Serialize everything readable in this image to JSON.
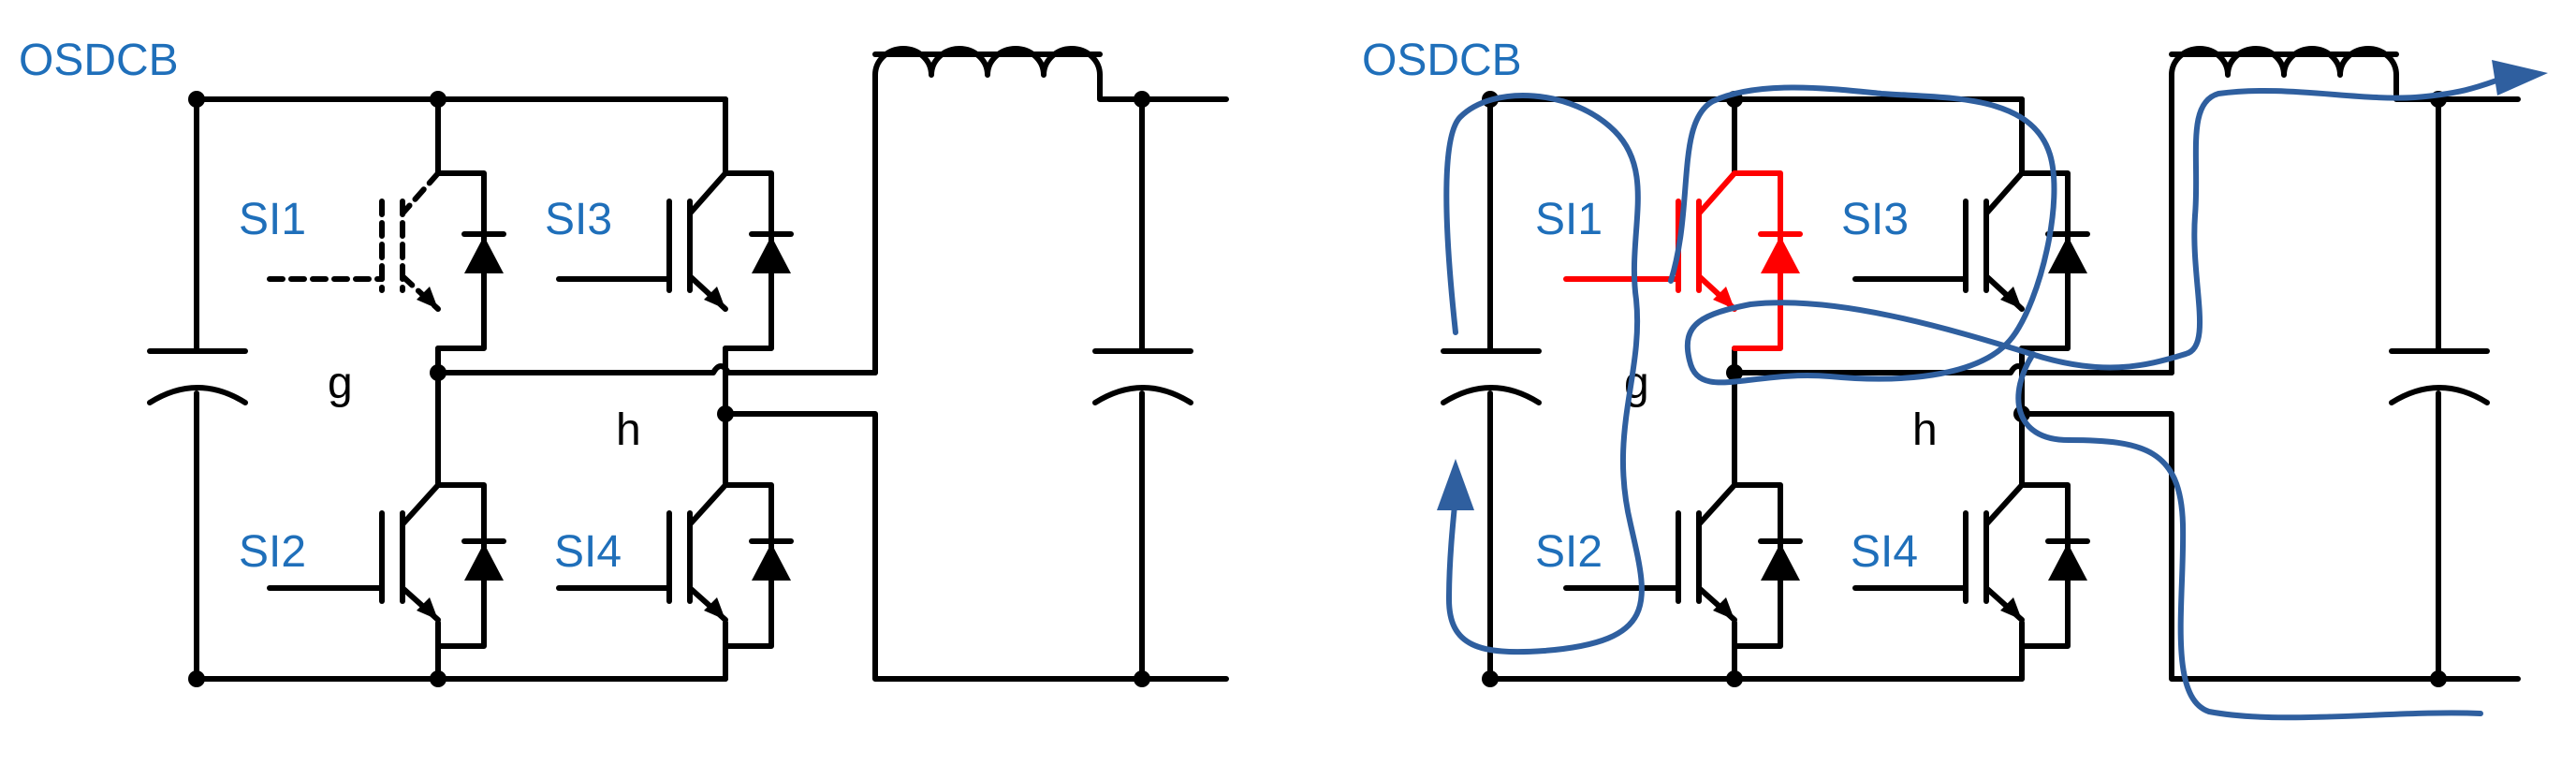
{
  "colors": {
    "wire": "#000000",
    "label": "#1f6fba",
    "active_switch": "#ff0000",
    "current_path": "#2f5f9f"
  },
  "panels": [
    {
      "title": "OSDCB",
      "switches": {
        "s1": "SI1",
        "s2": "SI2",
        "s3": "SI3",
        "s4": "SI4"
      },
      "nodes": {
        "g": "g",
        "h": "h"
      },
      "s1_state": "off-dashed"
    },
    {
      "title": "OSDCB",
      "switches": {
        "s1": "SI1",
        "s2": "SI2",
        "s3": "SI3",
        "s4": "SI4"
      },
      "nodes": {
        "g": "g",
        "h": "h"
      },
      "s1_state": "on-red",
      "current_path_arrows": [
        "up-left",
        "right-top"
      ]
    }
  ]
}
